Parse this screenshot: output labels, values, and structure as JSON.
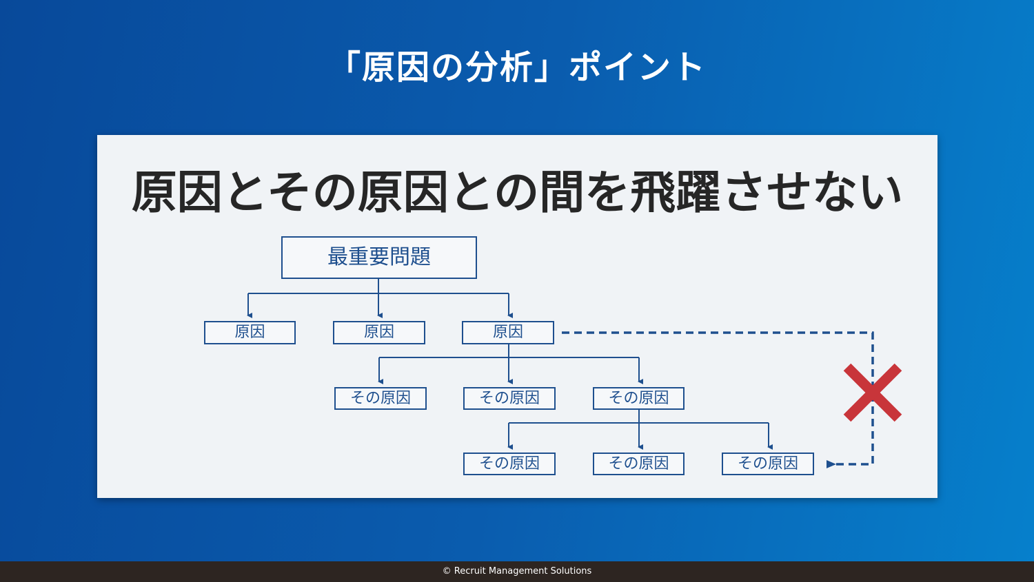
{
  "slide": {
    "title": "「原因の分析」ポイント",
    "headline": "原因とその原因との間を飛躍させない"
  },
  "diagram": {
    "root": "最重要問題",
    "level1": [
      "原因",
      "原因",
      "原因"
    ],
    "level2": [
      "その原因",
      "その原因",
      "その原因"
    ],
    "level3": [
      "その原因",
      "その原因",
      "その原因"
    ],
    "skip_marker": "✕"
  },
  "colors": {
    "box_border": "#1e4f8e",
    "connector": "#1e4f8e",
    "cross": "#c8353a",
    "panel": "#f0f3f6"
  },
  "footer": {
    "copyright": "© Recruit Management Solutions"
  }
}
